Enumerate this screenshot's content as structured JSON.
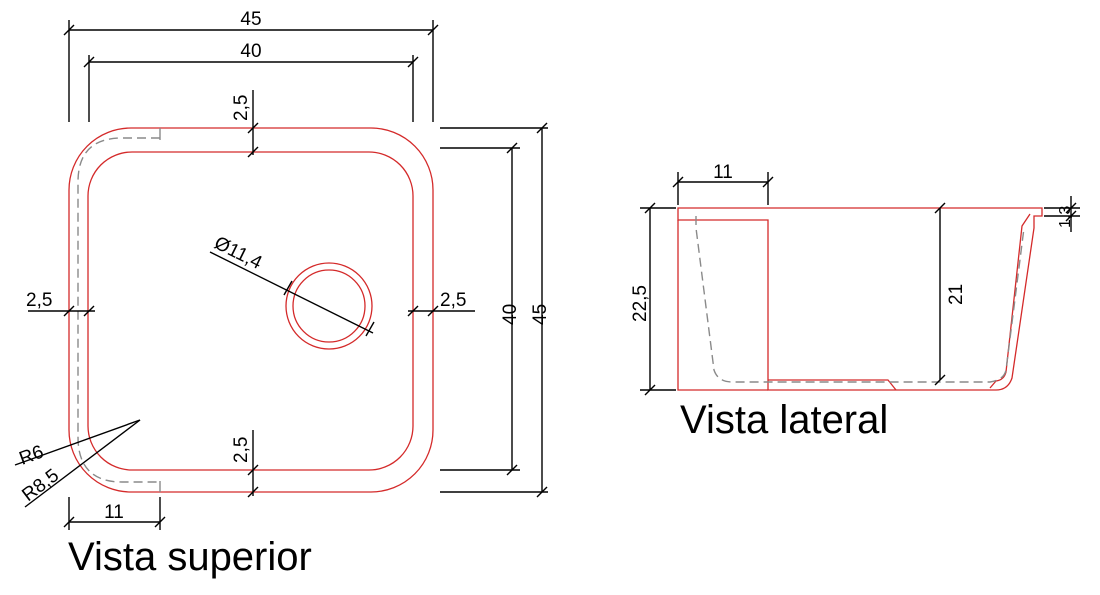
{
  "colors": {
    "outline": "#d42a2a",
    "dimension": "#000000",
    "hidden": "#8a8a8a"
  },
  "top_view": {
    "title": "Vista superior",
    "dim_outer_width": "45",
    "dim_inner_width": "40",
    "dim_top_rim": "2,5",
    "dim_bottom_rim": "2,5",
    "dim_left_rim": "2,5",
    "dim_right_rim": "2,5",
    "dim_drain": "Ø11,4",
    "dim_inner_height": "40",
    "dim_outer_height": "45",
    "dim_radius_small": "R6",
    "dim_radius_large": "R8,5",
    "dim_bottom_width": "11"
  },
  "side_view": {
    "title": "Vista lateral",
    "dim_top_width": "11",
    "dim_total_height": "22,5",
    "dim_inner_depth": "21",
    "dim_rim_thickness": "1,3"
  }
}
